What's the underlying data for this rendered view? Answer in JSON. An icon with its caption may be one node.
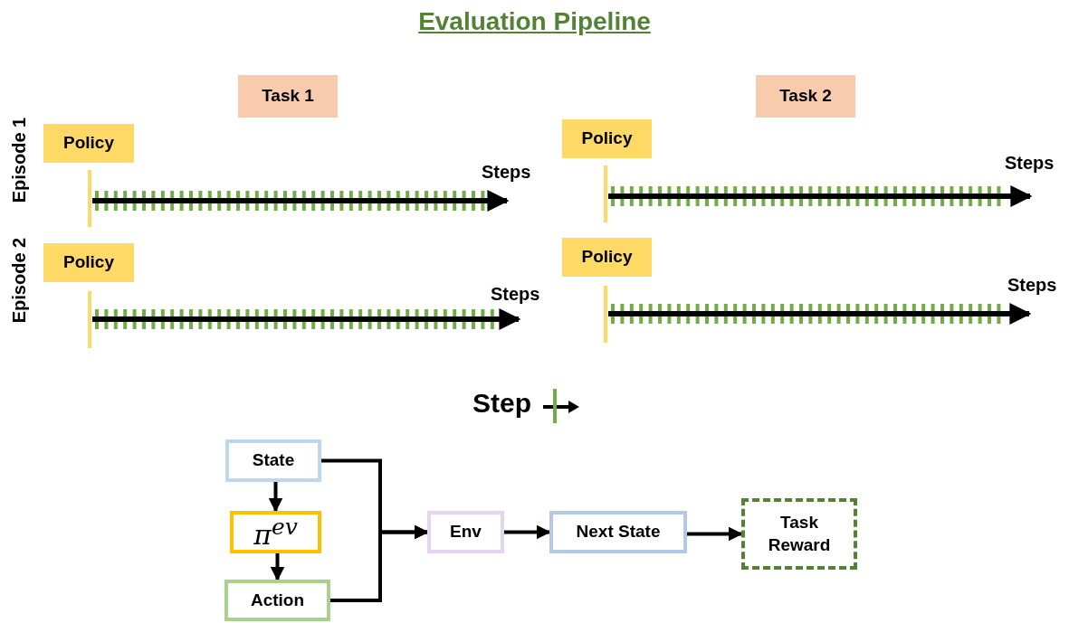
{
  "diagram": {
    "title": "Evaluation Pipeline",
    "nodes": [
      {
        "text": [
          "Task 1"
        ]
      },
      {
        "text": [
          "Task 2"
        ]
      },
      {
        "text": [
          "Policy"
        ]
      },
      {
        "text": [
          "Policy"
        ]
      },
      {
        "text": [
          "Steps"
        ]
      },
      {
        "text": [
          "Steps"
        ]
      },
      {
        "text": [],
        "shape": "bar"
      },
      {
        "text": [],
        "shape": "bar"
      },
      {
        "text": [
          "Policy"
        ]
      },
      {
        "text": [
          "Policy"
        ]
      },
      {
        "text": [
          "Steps"
        ]
      },
      {
        "text": [
          "Steps"
        ]
      },
      {
        "text": [],
        "shape": "bar"
      },
      {
        "text": [],
        "shape": "bar"
      },
      {
        "text": [
          "State"
        ]
      },
      {
        "text": [
          "π$^{ev}$"
        ]
      },
      {
        "text": [
          "Action"
        ]
      },
      {
        "text": [
          "Env"
        ]
      },
      {
        "text": [
          "Next State"
        ]
      },
      {
        "text": [
          "Task Reward"
        ]
      }
    ],
    "edges": [
      {
        "from": 6,
        "to": 4,
        "arrow": "to"
      },
      {
        "from": 7,
        "to": 5,
        "arrow": "to"
      },
      {
        "from": 12,
        "to": 10,
        "arrow": "to"
      },
      {
        "from": 13,
        "to": 11,
        "arrow": "to"
      },
      {
        "from": 14,
        "to": 15,
        "arrow": "to"
      },
      {
        "from": 15,
        "to": 16,
        "arrow": "to"
      },
      {
        "from": 14,
        "to": 17,
        "arrow": "to"
      },
      {
        "from": 16,
        "to": 17,
        "arrow": "to"
      },
      {
        "from": 17,
        "to": 18,
        "arrow": "to"
      },
      {
        "from": 18,
        "to": 19,
        "arrow": "to"
      }
    ],
    "labels": [
      "Episode 1",
      "Episode 2",
      "Step"
    ]
  }
}
